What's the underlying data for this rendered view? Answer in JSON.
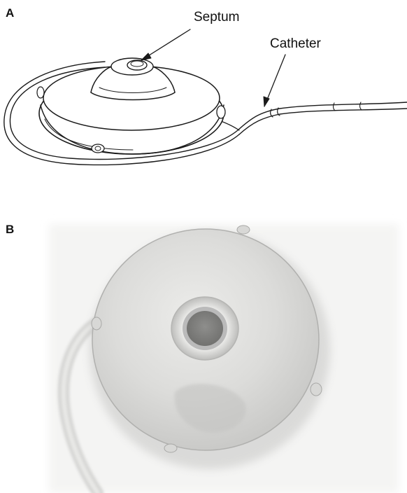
{
  "panels": {
    "a": {
      "letter": "A"
    },
    "b": {
      "letter": "B"
    }
  },
  "labels": {
    "septum": "Septum",
    "catheter": "Catheter"
  },
  "colors": {
    "line": "#1a1a1a",
    "photo_port": "#d9d9d7",
    "photo_septum": "#8a8a88",
    "photo_background": "#f2f2f2"
  }
}
